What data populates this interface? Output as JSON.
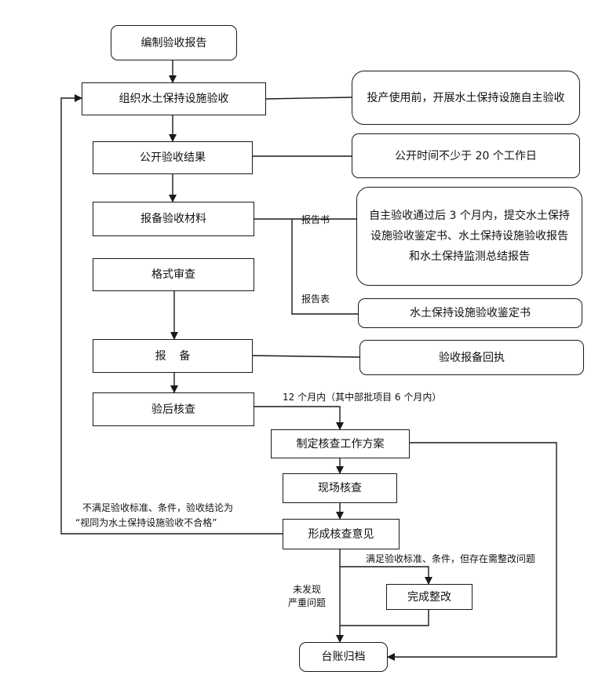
{
  "nodes": {
    "compile_report": "编制验收报告",
    "organize_acceptance": "组织水土保持设施验收",
    "publish_results": "公开验收结果",
    "file_materials": "报备验收材料",
    "format_review": "格式审查",
    "filing": "报备",
    "post_check": "验后核查",
    "make_plan": "制定核查工作方案",
    "onsite_check": "现场核查",
    "form_opinion": "形成核查意见",
    "complete_rectify": "完成整改",
    "archive": "台账归档"
  },
  "notes": {
    "before_use": "投产使用前，开展水土保持设施自主验收",
    "publish_time": "公开时间不少于 20 个工作日",
    "submit_within": "自主验收通过后 3 个月内，提交水土保持设施验收鉴定书、水土保持设施验收报告和水土保持监测总结报告",
    "cert_book": "水土保持设施验收鉴定书",
    "receipt": "验收报备回执"
  },
  "edge_labels": {
    "report_book": "报告书",
    "report_table": "报告表",
    "within_12_months": "12 个月内（其中部批项目 6 个月内）",
    "not_meet_line1": "不满足验收标准、条件，验收结论为",
    "not_meet_line2": "“视同为水土保持设施验收不合格”",
    "meet_rectify": "满足验收标准、条件，但存在需整改问题",
    "no_serious_line1": "未发现",
    "no_serious_line2": "严重问题"
  }
}
